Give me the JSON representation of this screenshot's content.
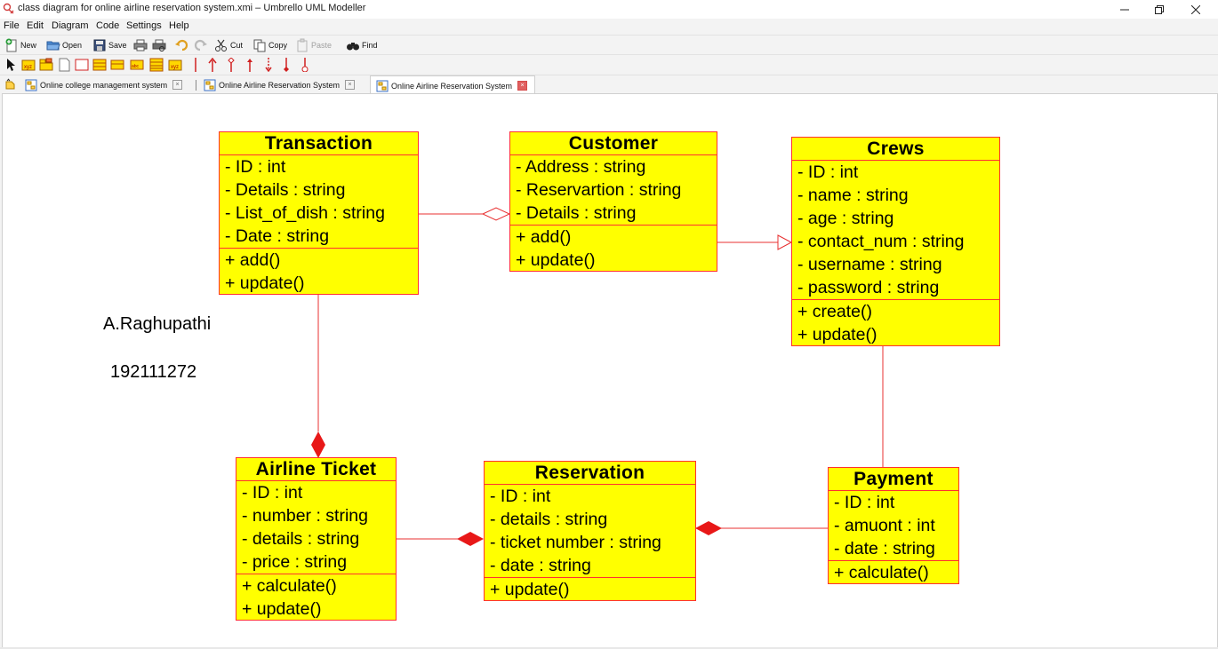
{
  "window": {
    "title": "class diagram for online airline reservation system.xmi – Umbrello UML Modeller",
    "controls": [
      "minimize-icon",
      "restore-icon",
      "close-icon"
    ]
  },
  "menubar": [
    "File",
    "Edit",
    "Diagram",
    "Code",
    "Settings",
    "Help"
  ],
  "toolbar": {
    "new": "New",
    "open": "Open",
    "save": "Save",
    "cut": "Cut",
    "copy": "Copy",
    "paste": "Paste",
    "find": "Find"
  },
  "tabs": [
    {
      "label": "Online college management system",
      "active": false
    },
    {
      "label": "Online Airline Reservation System",
      "active": false
    },
    {
      "label": "Online Airline Reservation System",
      "active": true
    }
  ],
  "colors": {
    "class_fill": "#ffff00",
    "class_border": "#ff3030",
    "connector": "#e83030"
  },
  "diagram": {
    "classes": {
      "transaction": {
        "name": "Transaction",
        "attributes": [
          "- ID : int",
          "- Details : string",
          "- List_of_dish : string",
          "- Date : string"
        ],
        "operations": [
          "+ add()",
          "+ update()"
        ]
      },
      "customer": {
        "name": "Customer",
        "attributes": [
          "- Address : string",
          "- Reservartion : string",
          "- Details : string"
        ],
        "operations": [
          "+ add()",
          "+ update()"
        ]
      },
      "crews": {
        "name": "Crews",
        "attributes": [
          "- ID : int",
          "- name : string",
          "- age : string",
          "- contact_num : string",
          "- username : string",
          "- password : string"
        ],
        "operations": [
          "+ create()",
          "+ update()"
        ]
      },
      "airline_ticket": {
        "name": "Airline Ticket",
        "attributes": [
          "- ID : int",
          "- number : string",
          "- details : string",
          "- price : string"
        ],
        "operations": [
          "+ calculate()",
          "+ update()"
        ]
      },
      "reservation": {
        "name": "Reservation",
        "attributes": [
          "- ID : int",
          "- details : string",
          "- ticket number : string",
          "- date : string"
        ],
        "operations": [
          "+ update()"
        ]
      },
      "payment": {
        "name": "Payment",
        "attributes": [
          "- ID : int",
          "- amuont : int",
          "- date : string"
        ],
        "operations": [
          "+ calculate()"
        ]
      }
    },
    "notes": {
      "author": "A.Raghupathi",
      "id": "192111272"
    },
    "relations": [
      {
        "from": "Transaction",
        "to": "Customer",
        "kind": "aggregation"
      },
      {
        "from": "Customer",
        "to": "Crews",
        "kind": "generalization"
      },
      {
        "from": "Transaction",
        "to": "Airline Ticket",
        "kind": "composition"
      },
      {
        "from": "Airline Ticket",
        "to": "Reservation",
        "kind": "composition"
      },
      {
        "from": "Payment",
        "to": "Reservation",
        "kind": "composition"
      },
      {
        "from": "Crews",
        "to": "Payment",
        "kind": "association"
      }
    ]
  }
}
